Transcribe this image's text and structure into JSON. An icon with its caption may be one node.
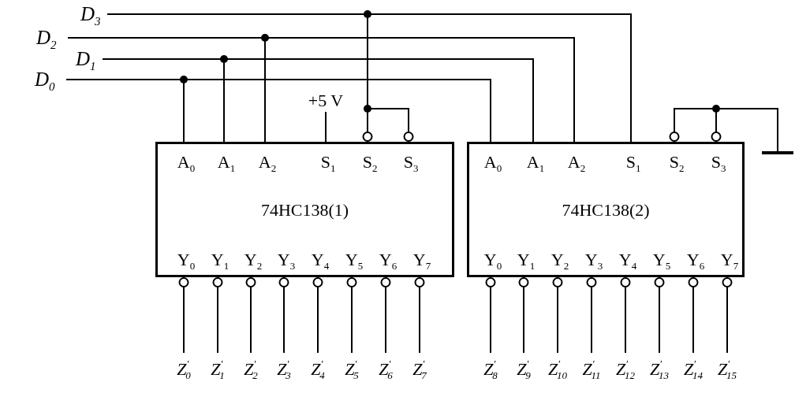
{
  "diagram": {
    "nodes": [
      {
        "text": [
          "D$_{3}$"
        ]
      },
      {
        "text": [
          "D$_{2}$"
        ]
      },
      {
        "text": [
          "D$_{1}$"
        ]
      },
      {
        "text": [
          "D$_{0}$"
        ]
      },
      {
        "text": [
          "+5 V"
        ]
      },
      {
        "text": [
          "74HC138(1)"
        ]
      },
      {
        "text": [
          "A$_{0}$"
        ],
        "in": 5
      },
      {
        "text": [
          "A$_{1}$"
        ],
        "in": 5
      },
      {
        "text": [
          "A$_{2}$"
        ],
        "in": 5
      },
      {
        "text": [
          "S$_{1}$"
        ],
        "in": 5
      },
      {
        "text": [
          "S$_{2}$"
        ],
        "in": 5
      },
      {
        "text": [
          "S$_{3}$"
        ],
        "in": 5
      },
      {
        "text": [
          "Y$_{0}$"
        ],
        "in": 5
      },
      {
        "text": [
          "Y$_{1}$"
        ],
        "in": 5
      },
      {
        "text": [
          "Y$_{2}$"
        ],
        "in": 5
      },
      {
        "text": [
          "Y$_{3}$"
        ],
        "in": 5
      },
      {
        "text": [
          "Y$_{4}$"
        ],
        "in": 5
      },
      {
        "text": [
          "Y$_{5}$"
        ],
        "in": 5
      },
      {
        "text": [
          "Y$_{6}$"
        ],
        "in": 5
      },
      {
        "text": [
          "Y$_{7}$"
        ],
        "in": 5
      },
      {
        "text": [
          "74HC138(2)"
        ]
      },
      {
        "text": [
          "A$_{0}$"
        ],
        "in": 20
      },
      {
        "text": [
          "A$_{1}$"
        ],
        "in": 20
      },
      {
        "text": [
          "A$_{2}$"
        ],
        "in": 20
      },
      {
        "text": [
          "S$_{1}$"
        ],
        "in": 20
      },
      {
        "text": [
          "S$_{2}$"
        ],
        "in": 20
      },
      {
        "text": [
          "S$_{3}$"
        ],
        "in": 20
      },
      {
        "text": [
          "Y$_{0}$"
        ],
        "in": 20
      },
      {
        "text": [
          "Y$_{1}$"
        ],
        "in": 20
      },
      {
        "text": [
          "Y$_{2}$"
        ],
        "in": 20
      },
      {
        "text": [
          "Y$_{3}$"
        ],
        "in": 20
      },
      {
        "text": [
          "Y$_{4}$"
        ],
        "in": 20
      },
      {
        "text": [
          "Y$_{5}$"
        ],
        "in": 20
      },
      {
        "text": [
          "Y$_{6}$"
        ],
        "in": 20
      },
      {
        "text": [
          "Y$_{7}$"
        ],
        "in": 20
      },
      {
        "text": [],
        "shape": "bar"
      },
      {
        "text": [
          "Z$^{′}$$_{0}$"
        ]
      },
      {
        "text": [
          "Z$^{′}$$_{1}$"
        ]
      },
      {
        "text": [
          "Z$^{′}$$_{2}$"
        ]
      },
      {
        "text": [
          "Z$^{′}$$_{3}$"
        ]
      },
      {
        "text": [
          "Z$^{′}$$_{4}$"
        ]
      },
      {
        "text": [
          "Z$^{′}$$_{5}$"
        ]
      },
      {
        "text": [
          "Z$^{′}$$_{6}$"
        ]
      },
      {
        "text": [
          "Z$^{′}$$_{7}$"
        ]
      },
      {
        "text": [
          "Z$^{′}$$_{8}$"
        ]
      },
      {
        "text": [
          "Z$^{′}$$_{9}$"
        ]
      },
      {
        "text": [
          "Z$^{′}$$_{10}$"
        ]
      },
      {
        "text": [
          "Z$^{′}$$_{11}$"
        ]
      },
      {
        "text": [
          "Z$^{′}$$_{12}$"
        ]
      },
      {
        "text": [
          "Z$^{′}$$_{13}$"
        ]
      },
      {
        "text": [
          "Z$^{′}$$_{14}$"
        ]
      },
      {
        "text": [
          "Z$^{′}$$_{15}$"
        ]
      }
    ],
    "edges": [
      {
        "from": 0,
        "to": 10,
        "arrow": "other"
      },
      {
        "from": 0,
        "to": 11,
        "arrow": "other"
      },
      {
        "from": 0,
        "to": 24,
        "arrow": "none"
      },
      {
        "from": 1,
        "to": 8,
        "arrow": "none"
      },
      {
        "from": 1,
        "to": 23,
        "arrow": "none"
      },
      {
        "from": 2,
        "to": 7,
        "arrow": "none"
      },
      {
        "from": 2,
        "to": 22,
        "arrow": "none"
      },
      {
        "from": 3,
        "to": 6,
        "arrow": "none"
      },
      {
        "from": 3,
        "to": 21,
        "arrow": "none"
      },
      {
        "from": 4,
        "to": 9,
        "arrow": "none"
      },
      {
        "from": 35,
        "to": 25,
        "arrow": "other"
      },
      {
        "from": 35,
        "to": 26,
        "arrow": "other"
      },
      {
        "from": 12,
        "to": 36,
        "arrow": "other"
      },
      {
        "from": 13,
        "to": 37,
        "arrow": "other"
      },
      {
        "from": 14,
        "to": 38,
        "arrow": "other"
      },
      {
        "from": 15,
        "to": 39,
        "arrow": "other"
      },
      {
        "from": 16,
        "to": 40,
        "arrow": "other"
      },
      {
        "from": 17,
        "to": 41,
        "arrow": "other"
      },
      {
        "from": 18,
        "to": 42,
        "arrow": "other"
      },
      {
        "from": 19,
        "to": 43,
        "arrow": "other"
      },
      {
        "from": 27,
        "to": 44,
        "arrow": "other"
      },
      {
        "from": 28,
        "to": 45,
        "arrow": "other"
      },
      {
        "from": 29,
        "to": 46,
        "arrow": "other"
      },
      {
        "from": 30,
        "to": 47,
        "arrow": "other"
      },
      {
        "from": 31,
        "to": 48,
        "arrow": "other"
      },
      {
        "from": 32,
        "to": 49,
        "arrow": "other"
      },
      {
        "from": 33,
        "to": 50,
        "arrow": "other"
      },
      {
        "from": 34,
        "to": 51,
        "arrow": "other"
      }
    ]
  }
}
